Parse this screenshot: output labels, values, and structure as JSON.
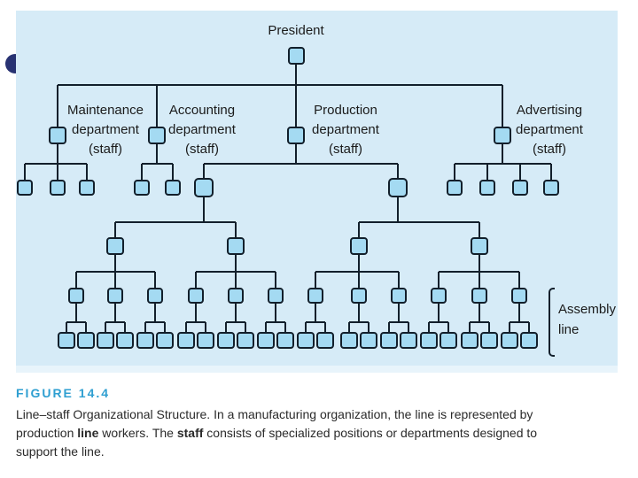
{
  "figure": {
    "label": "FIGURE 14.4"
  },
  "caption": {
    "line1": "Line–staff Organizational Structure. In a manufacturing organization, the line is represented by",
    "line2": {
      "p1": "production ",
      "p2": "line",
      "p3": " workers. The ",
      "p4": "staff",
      "p5": " consists of specialized positions or departments designed to"
    },
    "line3": "support the line."
  },
  "diagram": {
    "root_label": "President",
    "departments": [
      {
        "name": "maintenance",
        "label_lines": [
          "Maintenance",
          "department",
          "(staff)"
        ],
        "children": 3
      },
      {
        "name": "accounting",
        "label_lines": [
          "Accounting",
          "department",
          "(staff)"
        ],
        "children": 2
      },
      {
        "name": "production",
        "label_lines": [
          "Production",
          "department",
          "(staff)"
        ],
        "children": 2
      },
      {
        "name": "advertising",
        "label_lines": [
          "Advertising",
          "department",
          "(staff)"
        ],
        "children": 4
      }
    ],
    "annotation": {
      "line1": "Assembly",
      "line2": "line"
    },
    "structure": {
      "maintenance_staff_units": 3,
      "accounting_staff_units": 2,
      "advertising_staff_units": 4,
      "production_first_level_supervisors": 2,
      "production_second_level_supervisors": 4,
      "production_third_level_supervisors": 12,
      "workers_per_supervisor": 2,
      "assembly_line_workers": 24
    }
  },
  "colors": {
    "page_bg": "#ffffff",
    "panel_bg": "#d6ebf7",
    "panel_edge": "#e8f4fb",
    "box_fill": "#a4daf2",
    "line": "#121f2b",
    "diagram_text": "#1b1b1b",
    "figure_label": "#2f9fd1",
    "caption_text": "#2a2a2a",
    "bullet": "#283272"
  }
}
